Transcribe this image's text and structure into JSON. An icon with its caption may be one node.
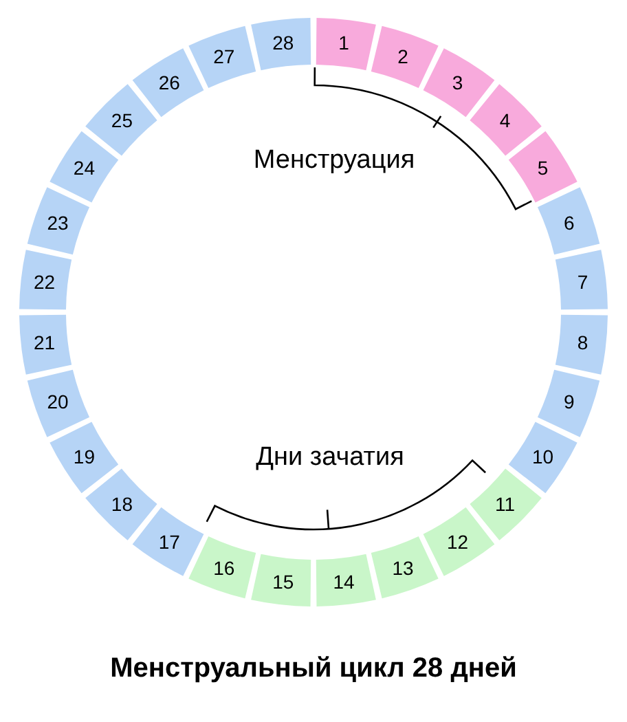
{
  "diagram": {
    "caption": "Менструальный цикл 28 дней",
    "nodes": [
      {
        "text": [
          "1"
        ]
      },
      {
        "text": [
          "2"
        ]
      },
      {
        "text": [
          "3"
        ]
      },
      {
        "text": [
          "4"
        ]
      },
      {
        "text": [
          "5"
        ]
      },
      {
        "text": [
          "6"
        ]
      },
      {
        "text": [
          "7"
        ]
      },
      {
        "text": [
          "8"
        ]
      },
      {
        "text": [
          "9"
        ]
      },
      {
        "text": [
          "10"
        ]
      },
      {
        "text": [
          "11"
        ]
      },
      {
        "text": [
          "12"
        ]
      },
      {
        "text": [
          "13"
        ]
      },
      {
        "text": [
          "14"
        ]
      },
      {
        "text": [
          "15"
        ]
      },
      {
        "text": [
          "16"
        ]
      },
      {
        "text": [
          "17"
        ]
      },
      {
        "text": [
          "18"
        ]
      },
      {
        "text": [
          "19"
        ]
      },
      {
        "text": [
          "20"
        ]
      },
      {
        "text": [
          "21"
        ]
      },
      {
        "text": [
          "22"
        ]
      },
      {
        "text": [
          "23"
        ]
      },
      {
        "text": [
          "24"
        ]
      },
      {
        "text": [
          "25"
        ]
      },
      {
        "text": [
          "26"
        ]
      },
      {
        "text": [
          "27"
        ]
      },
      {
        "text": [
          "28"
        ]
      }
    ],
    "edges": [],
    "labels": [
      "Менструация",
      "Дни зачатия"
    ]
  }
}
